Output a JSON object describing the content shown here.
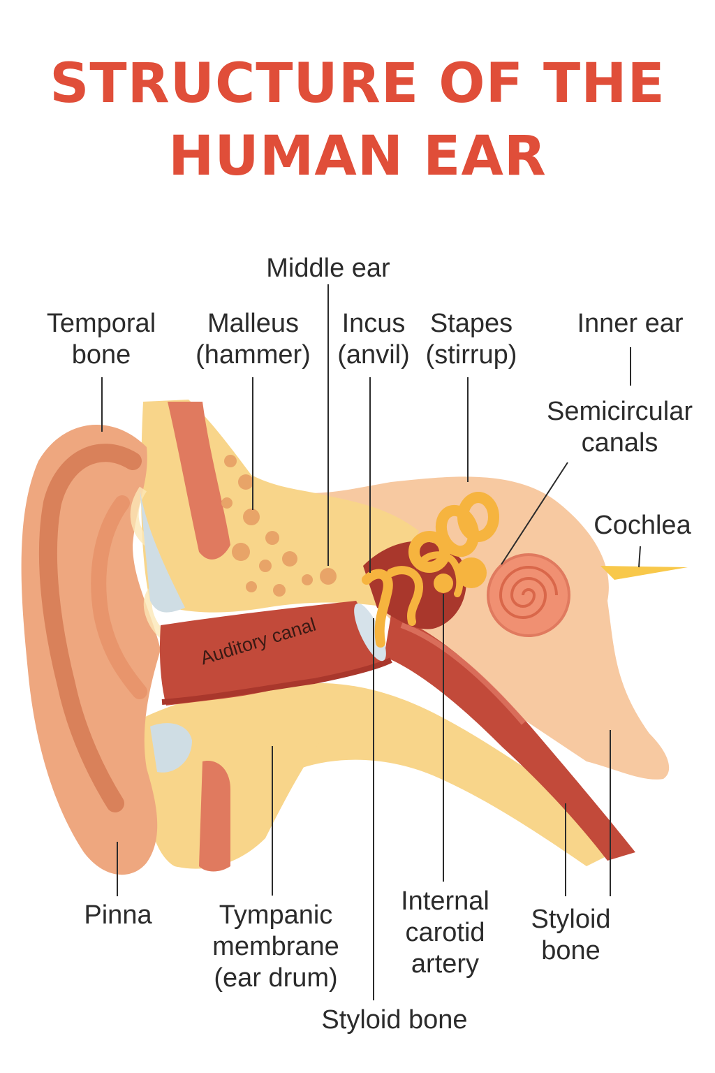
{
  "title": {
    "line1": "STRUCTURE OF THE",
    "line2": "HUMAN EAR"
  },
  "colors": {
    "title": "#e04e39",
    "skin": "#eea77f",
    "skin_dark": "#d9815a",
    "bone": "#f8d58a",
    "bone_light": "#fbe7b6",
    "canal": "#c24a3a",
    "canal_dark": "#a9372c",
    "ossicle": "#f6b43f",
    "inner_tissue": "#f7c9a1"
  },
  "labels": {
    "middle_ear": "Middle ear",
    "temporal_bone": [
      "Temporal",
      "bone"
    ],
    "malleus": [
      "Malleus",
      "(hammer)"
    ],
    "incus": [
      "Incus",
      "(anvil)"
    ],
    "stapes": [
      "Stapes",
      "(stirrup)"
    ],
    "inner_ear": "Inner ear",
    "semicircular_canals": [
      "Semicircular",
      "canals"
    ],
    "cochlea": "Cochlea",
    "auditory_canal": "Auditory canal",
    "pinna": "Pinna",
    "tympanic_membrane": [
      "Tympanic",
      "membrane",
      "(ear drum)"
    ],
    "internal_carotid_artery": [
      "Internal",
      "carotid",
      "artery"
    ],
    "styloid_bone_right": [
      "Styloid",
      "bone"
    ],
    "styloid_bone_bottom": "Styloid bone"
  }
}
